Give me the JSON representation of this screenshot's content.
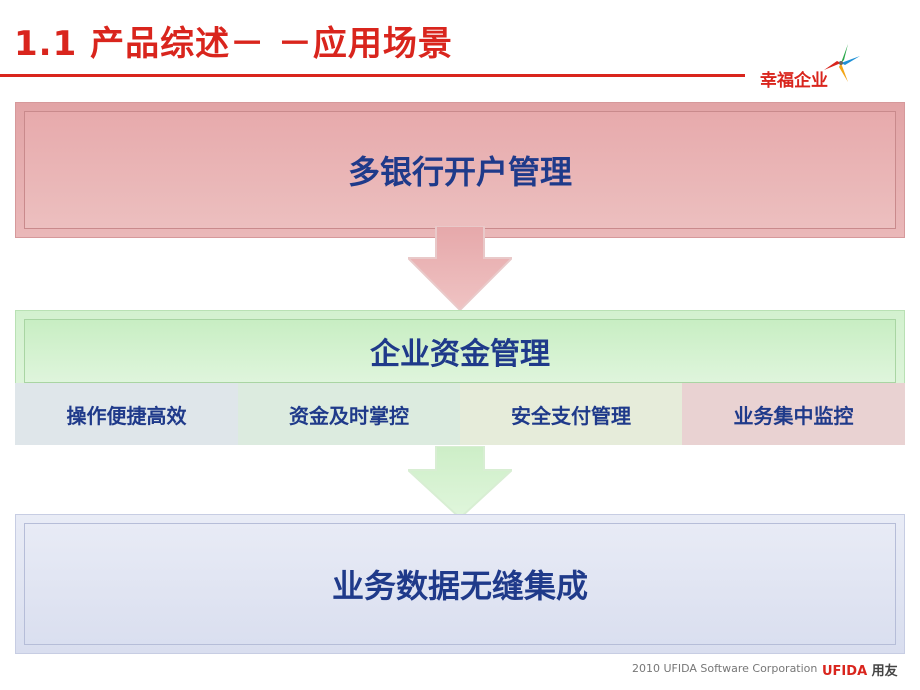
{
  "header": {
    "title": "1.1 产品综述－ －应用场景",
    "brand": "幸福企业"
  },
  "flow": {
    "top": "多银行开户管理",
    "middle": "企业资金管理",
    "features": [
      "操作便捷高效",
      "资金及时掌控",
      "安全支付管理",
      "业务集中监控"
    ],
    "bottom": "业务数据无缝集成"
  },
  "footer": {
    "copyright": "2010 UFIDA Software Corporation",
    "logo": "UFIDA",
    "logo_zh": "用友"
  },
  "colors": {
    "accent": "#d9251d",
    "text": "#1f3a8a",
    "top_box": "#e7aaac",
    "middle_box": "#d3f1cf",
    "bottom_box": "#e0e4f2"
  }
}
